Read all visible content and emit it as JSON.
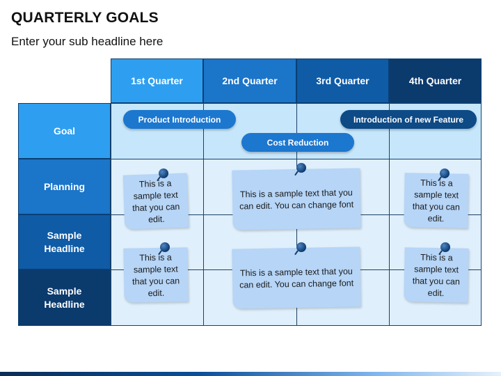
{
  "header": {
    "title": "QUARTERLY GOALS",
    "subtitle": "Enter your sub headline here"
  },
  "quarters": [
    "1st Quarter",
    "2nd Quarter",
    "3rd Quarter",
    "4th Quarter"
  ],
  "rows": {
    "goal": "Goal",
    "planning": "Planning",
    "sample1": "Sample\nHeadline",
    "sample2": "Sample\nHeadline"
  },
  "pills": {
    "product": "Product Introduction",
    "cost": "Cost Reduction",
    "feature": "Introduction of new Feature"
  },
  "notes": {
    "small": "This is a sample text that you can edit.",
    "wide": "This is a sample text that you can edit. You can change font"
  },
  "colors": {
    "q1": "#2e9ff0",
    "q2": "#1b75c9",
    "q3": "#0f5ba6",
    "q4": "#0b3a6d",
    "goal_cell": "#c6e6fb",
    "body_cell": "#dfeffb",
    "pill": "#1c77cf",
    "pill_dark": "#0d4a86"
  }
}
